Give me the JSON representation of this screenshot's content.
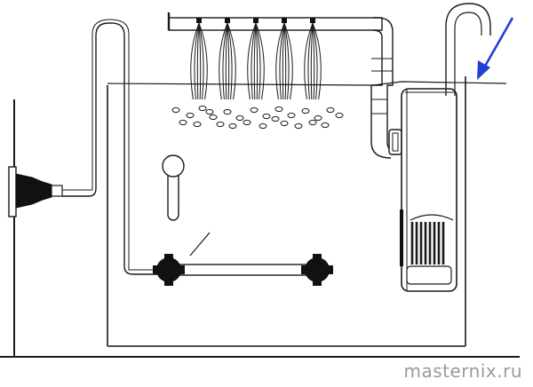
{
  "watermark": {
    "text": "masternix.ru"
  },
  "colors": {
    "line": "#1a1a1a",
    "fill": "#ffffff",
    "dark": "#111111",
    "arrow": "#1f3fd6",
    "watermark": "#9a9a9a"
  },
  "spray_streams": 5,
  "arrow": {
    "direction": "down-left",
    "points_to": "water-surface"
  }
}
